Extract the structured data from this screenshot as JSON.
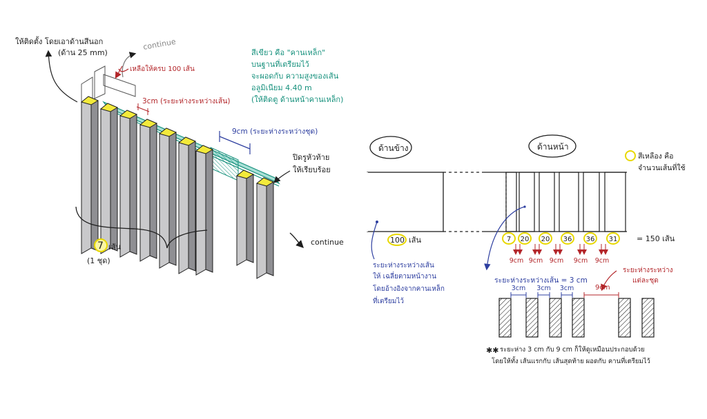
{
  "colors": {
    "ink": "#1e1e1e",
    "red": "#b3262a",
    "blue": "#2e3fa0",
    "green": "#17917d",
    "yellow": "#f3ea3b",
    "fin_gray": "#c9c9cb",
    "fin_dark": "#8f8f93",
    "cyan": "#3bb7a7"
  },
  "iso": {
    "note_top_left": "ให้ติดตั้ง โดยเอาด้านสีนอก",
    "note_top_left_sub": "(ด้าน 25 mm)",
    "continue_top": "continue",
    "leave_100": "เหลือให้ครบ 100 เส้น",
    "gap_3cm": "3cm (ระยะห่างระหว่างเส้น)",
    "gap_9cm": "9cm (ระยะห่างระหว่างชุด)",
    "seal_end_1": "ปิดรูหัวท้าย",
    "seal_end_2": "ให้เรียบร้อย",
    "count_7_num": "7",
    "count_7_unit": "เส้น",
    "count_7_sub": "(1 ชุด)",
    "continue_right": "continue",
    "green_note": [
      "สีเขียว คือ \"คานเหล็ก\"",
      "บนฐานที่เตรียมไว้",
      "จะผอดกับ ความสูงของเส้น",
      "อลูมิเนียม 4.40 m",
      "(ให้ติดตู ด้านหน้าคานเหล็ก)"
    ]
  },
  "side_view": {
    "label": "ด้านข้าง",
    "count_num": "100",
    "count_unit": "เส้น",
    "note": [
      "ระยะห่างระหว่างเส้น",
      "ให้ เฉลี่ยตามหน้างาน",
      "โดยอ้างอิงจากคานเหล็ก",
      "ที่เตรียมไว้"
    ]
  },
  "front_view": {
    "label": "ด้านหน้า",
    "legend_1": "สีเหลือง คือ",
    "legend_2": "จำนวนเส้นที่ใช้",
    "groups": [
      "7",
      "20",
      "20",
      "36",
      "36",
      "31"
    ],
    "total": "= 150 เส้น",
    "gaps": [
      "9cm",
      "9cm",
      "9cm",
      "9cm",
      "9cm"
    ],
    "gap_between_fins": "ระยะห่างระหว่างเส้น = 3 cm",
    "fin_gaps": [
      "3cm",
      "3cm",
      "3cm"
    ],
    "set_gap_label_1": "ระยะห่างระหว่าง",
    "set_gap_label_2": "แต่ละชุด",
    "set_gap_value": "9cm",
    "footnote_mark": "✱✱",
    "footnote_1": "ระยะห่าง 3 cm กับ 9 cm ก็ให้ดูเหมือนประกอบด้วย",
    "footnote_2": "โดยให้ทั้ง เส้นแรกกับ เส้นสุดท้าย ผอดกับ คานที่เตรียมไว้"
  }
}
